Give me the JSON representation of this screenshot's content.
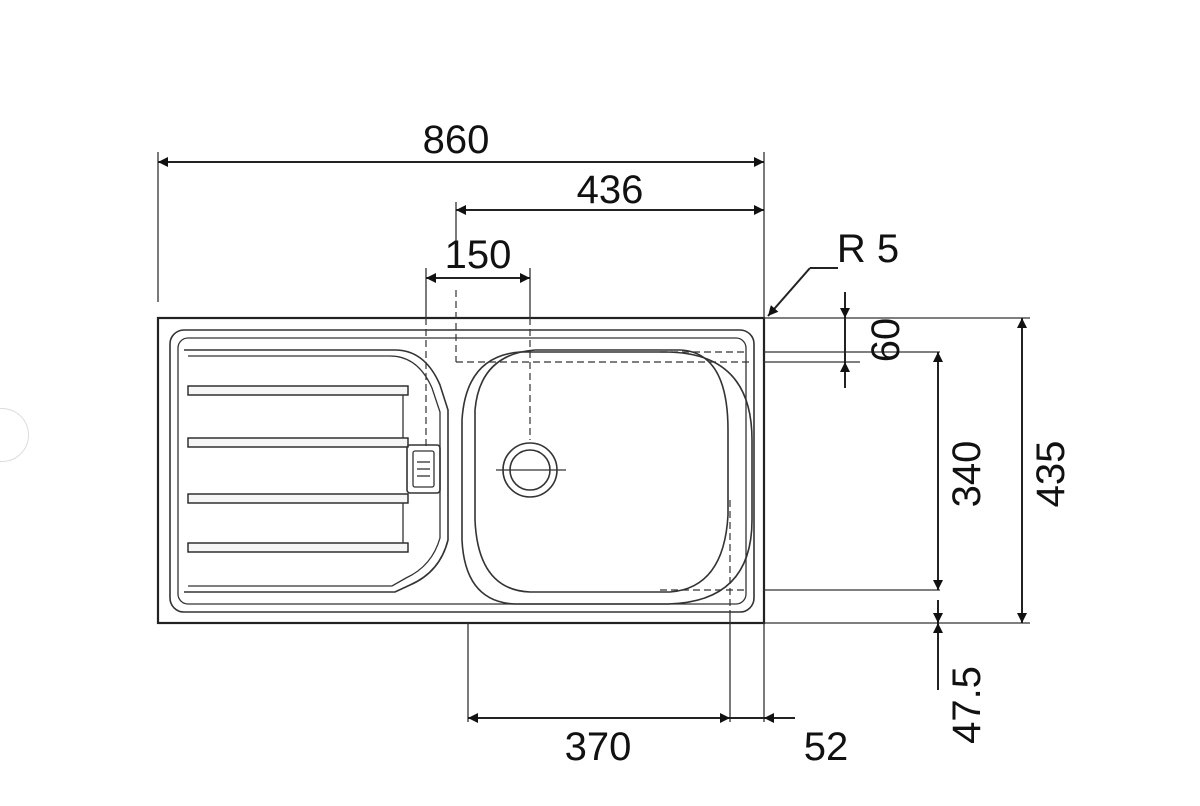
{
  "diagram": {
    "dimensions": {
      "overall_width": "860",
      "bowl_offset": "436",
      "drain_offset": "150",
      "corner_radius": "R 5",
      "top_margin": "60",
      "bowl_depth": "340",
      "overall_depth": "435",
      "bottom_margin": "47.5",
      "bowl_width": "370",
      "right_margin": "52"
    }
  }
}
